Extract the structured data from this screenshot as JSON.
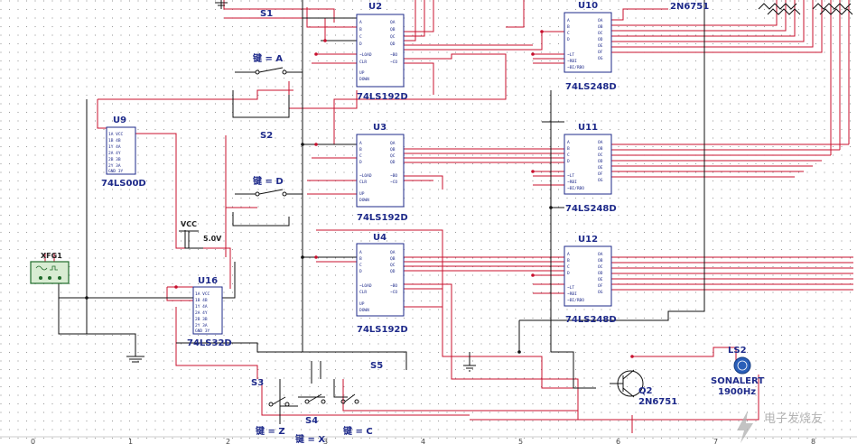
{
  "switches": {
    "s1": {
      "label": "S1",
      "key": "键 = A"
    },
    "s2": {
      "label": "S2",
      "key": "键 = D"
    },
    "s3": {
      "label": "S3",
      "key": "键 = Z"
    },
    "s4": {
      "label": "S4",
      "key": "键 = X"
    },
    "s5": {
      "label": "S5",
      "key": "键 = C"
    }
  },
  "chips": [
    {
      "ref": "U2",
      "part": "74LS192D"
    },
    {
      "ref": "U3",
      "part": "74LS192D"
    },
    {
      "ref": "U4",
      "part": "74LS192D"
    },
    {
      "ref": "U10",
      "part": "74LS248D"
    },
    {
      "ref": "U11",
      "part": "74LS248D"
    },
    {
      "ref": "U12",
      "part": "74LS248D"
    },
    {
      "ref": "U9",
      "part": "74LS00D"
    },
    {
      "ref": "U16",
      "part": "74LS32D"
    }
  ],
  "power": {
    "name": "VCC",
    "value": "5.0V"
  },
  "generator": {
    "name": "XFG1"
  },
  "transistor": {
    "ref": "Q2",
    "part": "2N6751",
    "top_part": "2N6751"
  },
  "buzzer": {
    "ref": "LS2",
    "name": "SONALERT",
    "freq": "1900Hz"
  },
  "ruler": [
    "0",
    "1",
    "2",
    "3",
    "4",
    "5",
    "6",
    "7",
    "8"
  ],
  "watermark": "电子发烧友",
  "colors": {
    "wire_red": "#c8102e",
    "wire_black": "#111111",
    "label_blue": "#1e2a8a"
  }
}
